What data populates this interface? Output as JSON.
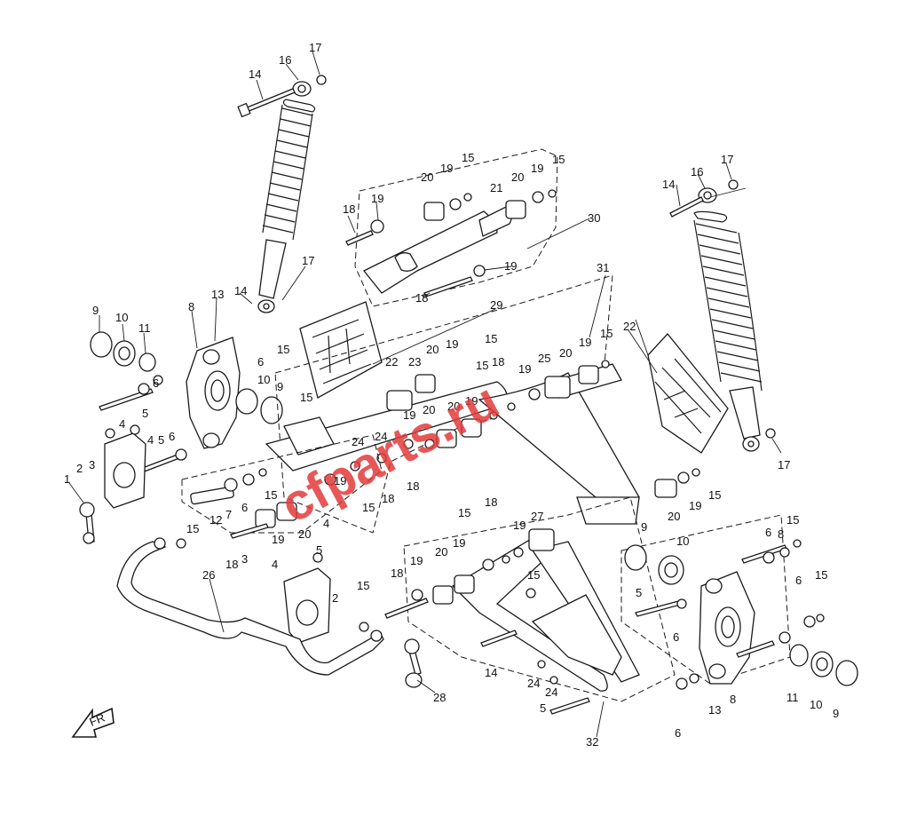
{
  "watermark": "cfparts.ru",
  "direction_arrow_label": "FR",
  "colors": {
    "line": "#1a1a1a",
    "watermark": "#e23b3b",
    "background": "#ffffff"
  },
  "callouts": [
    "1",
    "2",
    "3",
    "4",
    "5",
    "6",
    "7",
    "8",
    "9",
    "10",
    "11",
    "12",
    "13",
    "14",
    "15",
    "16",
    "17",
    "18",
    "19",
    "20",
    "21",
    "22",
    "23",
    "24",
    "25",
    "26",
    "27",
    "28",
    "29",
    "30",
    "31",
    "32"
  ]
}
